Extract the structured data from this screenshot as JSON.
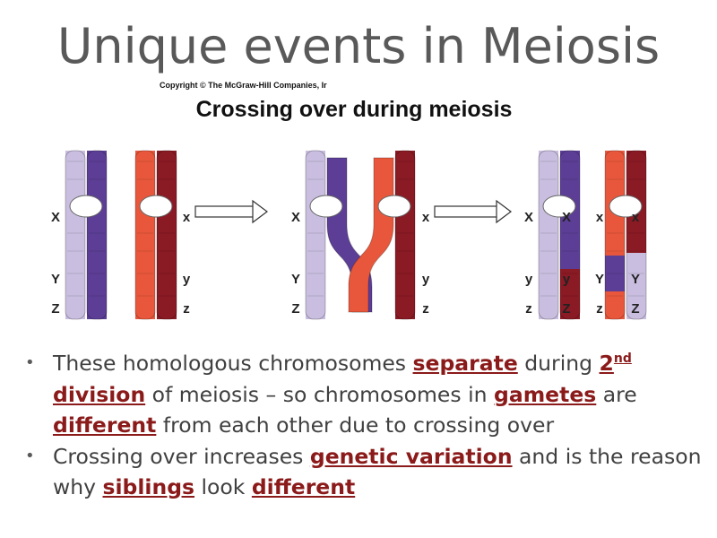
{
  "title": "Unique events in Meiosis",
  "figure": {
    "copyright": "Copyright © The McGraw-Hill Companies, Ir",
    "title": "Crossing over during meiosis",
    "colors": {
      "light_purple": "#C9BEDF",
      "dark_purple": "#5C3E96",
      "orange": "#E8573B",
      "maroon": "#8A1A24",
      "centromere": "#FFFFFF"
    },
    "stage1": {
      "left_labels": [
        "X",
        "Y",
        "Z"
      ],
      "right_labels": [
        "x",
        "y",
        "z"
      ]
    },
    "stage2": {
      "left_labels": [
        "X",
        "Y",
        "Z"
      ],
      "right_labels": [
        "x",
        "y",
        "z"
      ]
    },
    "stage3": {
      "labels": [
        [
          "X",
          "y",
          "z"
        ],
        [
          "X",
          "y",
          "Z"
        ],
        [
          "x",
          "Y",
          "z"
        ],
        [
          "x",
          "Y",
          "Z"
        ]
      ]
    }
  },
  "bullets": [
    {
      "parts": [
        {
          "t": "These homologous chromosomes "
        },
        {
          "t": "separate",
          "em": true
        },
        {
          "t": " during "
        },
        {
          "t": "2",
          "em": true
        },
        {
          "t": "nd",
          "em": true,
          "sup": true
        },
        {
          "t": " division",
          "em": true
        },
        {
          "t": " of meiosis – so chromosomes in "
        },
        {
          "t": "gametes",
          "em": true
        },
        {
          "t": " are "
        },
        {
          "t": "different",
          "em": true
        },
        {
          "t": " from each other due to crossing over"
        }
      ]
    },
    {
      "parts": [
        {
          "t": "Crossing over increases "
        },
        {
          "t": "genetic variation",
          "em": true
        },
        {
          "t": " and is the reason why "
        },
        {
          "t": "siblings",
          "em": true
        },
        {
          "t": " look "
        },
        {
          "t": "different",
          "em": true
        }
      ]
    }
  ]
}
